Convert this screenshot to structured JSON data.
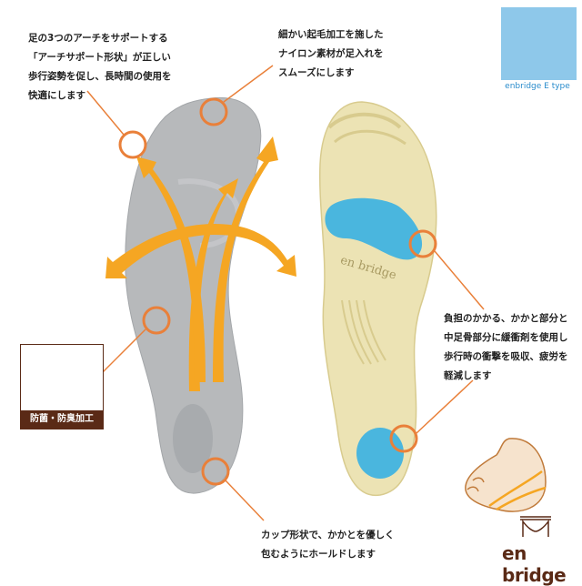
{
  "callouts": {
    "arch": [
      "足の3つのアーチをサポートする",
      "「アーチサポート形状」が正しい",
      "歩行姿勢を促し、長時間の使用を",
      "快適にします"
    ],
    "nylon": [
      "細かい起毛加工を施した",
      "ナイロン素材が足入れを",
      "スムーズにします"
    ],
    "cushion": [
      "負担のかかる、かかと部分と",
      "中足骨部分に緩衝剤を使用し",
      "歩行時の衝撃を吸収、疲労を",
      "軽減します"
    ],
    "cup": [
      "カップ形状で、かかとを優しく",
      "包むようにホールドします"
    ]
  },
  "badge": {
    "letter": "E",
    "label": "enbridge E type"
  },
  "antibacterial": {
    "label": "防菌・防臭加工"
  },
  "insole_text": "en bridge",
  "brand": {
    "name": "en bridge"
  },
  "colors": {
    "accent_orange": "#e9803a",
    "arrow": "#f5a623",
    "badge_blue": "#8ec8ea",
    "brown": "#5a2a16",
    "gel_blue": "#4ab6de",
    "insole_cream": "#ece3b4",
    "insole_gray": "#b7b9bb"
  }
}
